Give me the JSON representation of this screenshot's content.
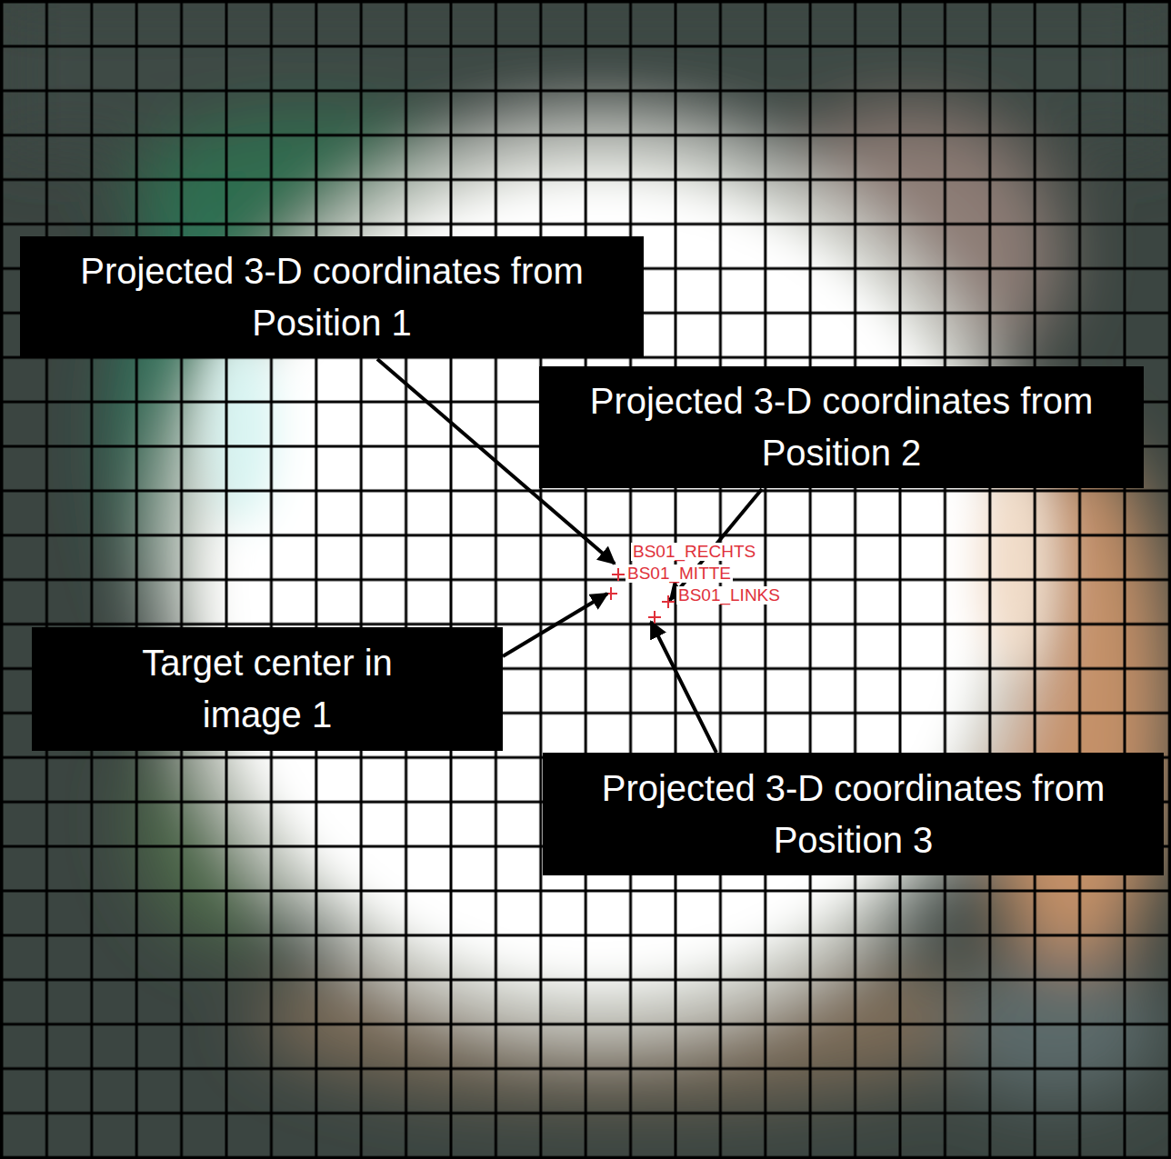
{
  "diagram": {
    "nodes": [
      {
        "text": [
          "Projected 3-D coordinates from Position 1"
        ]
      },
      {
        "text": [
          "Projected 3-D coordinates from Position 2"
        ]
      },
      {
        "text": [
          "Target center in image 1"
        ]
      },
      {
        "text": [
          "Projected 3-D coordinates from Position 3"
        ]
      }
    ],
    "labels": [
      "BS01_RECHTS",
      "BS01_MITTE",
      "BS01_LINKS"
    ]
  }
}
